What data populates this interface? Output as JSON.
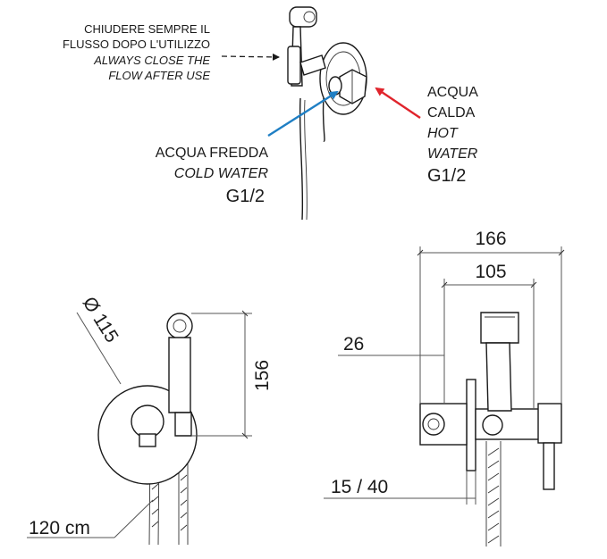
{
  "notes": {
    "close_flow_it": "CHIUDERE SEMPRE IL",
    "close_flow_it2": "FLUSSO DOPO L'UTILIZZO",
    "close_flow_en": "ALWAYS CLOSE THE",
    "close_flow_en2": "FLOW AFTER  USE"
  },
  "hot": {
    "it1": "ACQUA",
    "it2": "CALDA",
    "en1": "HOT",
    "en2": "WATER",
    "thread": "G1/2",
    "arrow_color": "#e0242c"
  },
  "cold": {
    "it": "ACQUA FREDDA",
    "en": "COLD WATER",
    "thread": "G1/2",
    "arrow_color": "#1f7fc4"
  },
  "dimensions": {
    "diameter": "Ø 115",
    "height": "156",
    "hose": "120 cm",
    "overall_width": "166",
    "inner_width": "105",
    "depth": "26",
    "adjust": "15 / 40"
  }
}
